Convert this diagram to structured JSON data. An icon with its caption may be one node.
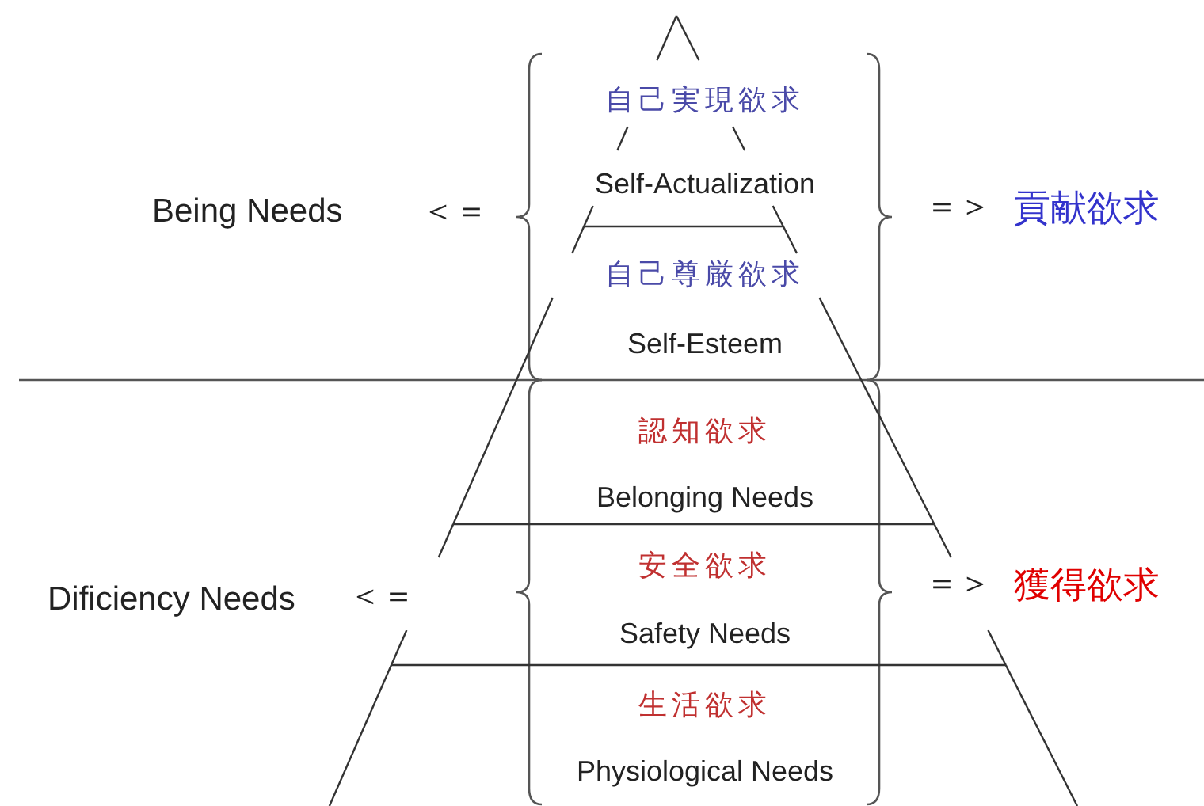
{
  "diagram": {
    "nodes": [
      {
        "text": [
          "自己実現欲求",
          "Self-Actualization"
        ]
      },
      {
        "text": [
          "自己尊厳欲求",
          "Self-Esteem"
        ]
      },
      {
        "text": [
          "認知欲求",
          "Belonging Needs"
        ]
      },
      {
        "text": [
          "安全欲求",
          "Safety Needs"
        ]
      },
      {
        "text": [
          "生活欲求",
          "Physiological Needs"
        ]
      }
    ],
    "labels": [
      "Being Needs",
      "＜＝",
      "＝＞",
      "貢献欲求",
      "Dificiency Needs",
      "＜＝",
      "＝＞",
      "獲得欲求"
    ]
  }
}
